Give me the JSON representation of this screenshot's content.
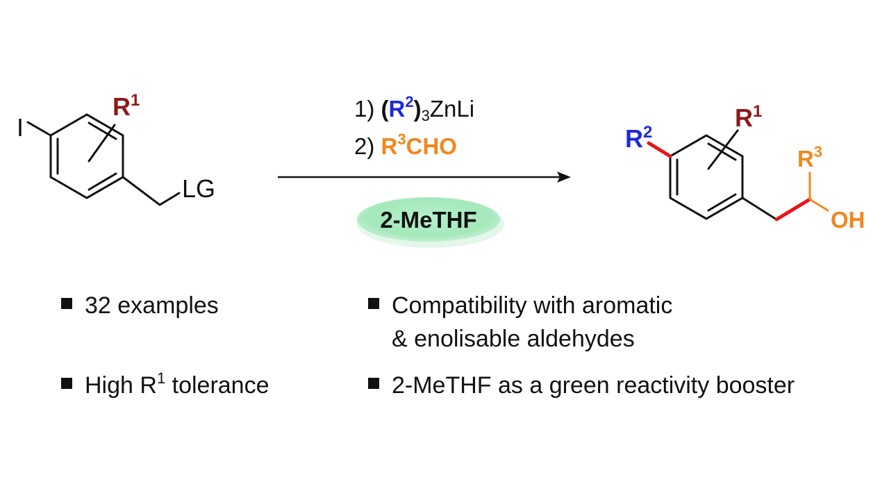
{
  "colors": {
    "r1": "#8B1A1A",
    "r2": "#1F2BD8",
    "r3": "#F2871E",
    "new_bond": "#E8141C",
    "solvent_pill": "#A8EBC0",
    "text": "#111111"
  },
  "reactant": {
    "iodo": "I",
    "r1_base": "R",
    "r1_sup": "1",
    "lg": "LG"
  },
  "conditions": {
    "step1_prefix": "1) ",
    "step1_open": "(",
    "step1_r": "R",
    "step1_sup": "2",
    "step1_close": ")",
    "step1_sub": "3",
    "step1_tail": "ZnLi",
    "step2_prefix": "2) ",
    "step2_r": "R",
    "step2_sup": "3",
    "step2_tail": "CHO",
    "solvent": "2-MeTHF"
  },
  "product": {
    "r2_base": "R",
    "r2_sup": "2",
    "r1_base": "R",
    "r1_sup": "1",
    "r3_base": "R",
    "r3_sup": "3",
    "oh": "OH"
  },
  "bullets": {
    "b1": "32 examples",
    "b2_line1": "Compatibility with aromatic",
    "b2_line2": "& enolisable aldehydes",
    "b3_pre": "High R",
    "b3_sup": "1",
    "b3_post": " tolerance",
    "b4": "2-MeTHF as a green reactivity booster"
  }
}
